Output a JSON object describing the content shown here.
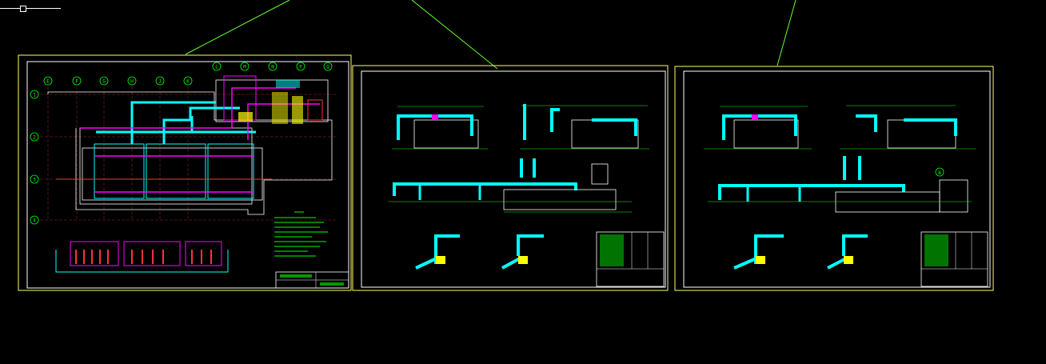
{
  "sheet1": {
    "grid_bubbles_top_left": [
      "E",
      "F",
      "G",
      "H",
      "J",
      "K"
    ],
    "grid_bubbles_top_right": [
      "L",
      "M",
      "N",
      "P",
      "Q"
    ],
    "grid_bubbles_left": [
      "1",
      "2",
      "3",
      "4"
    ]
  },
  "sheet3": {
    "grid_bubble": "B"
  },
  "colors": {
    "background": "#000000",
    "sheet_border": "#ffff66",
    "inner_frame": "#ffffff",
    "pipe_cyan": "#00ffff",
    "pipe_magenta": "#ff00ff",
    "annotation_green": "#00ff00",
    "leader_line": "#66ff33",
    "red": "#ff3333",
    "yellow": "#ffff00"
  }
}
